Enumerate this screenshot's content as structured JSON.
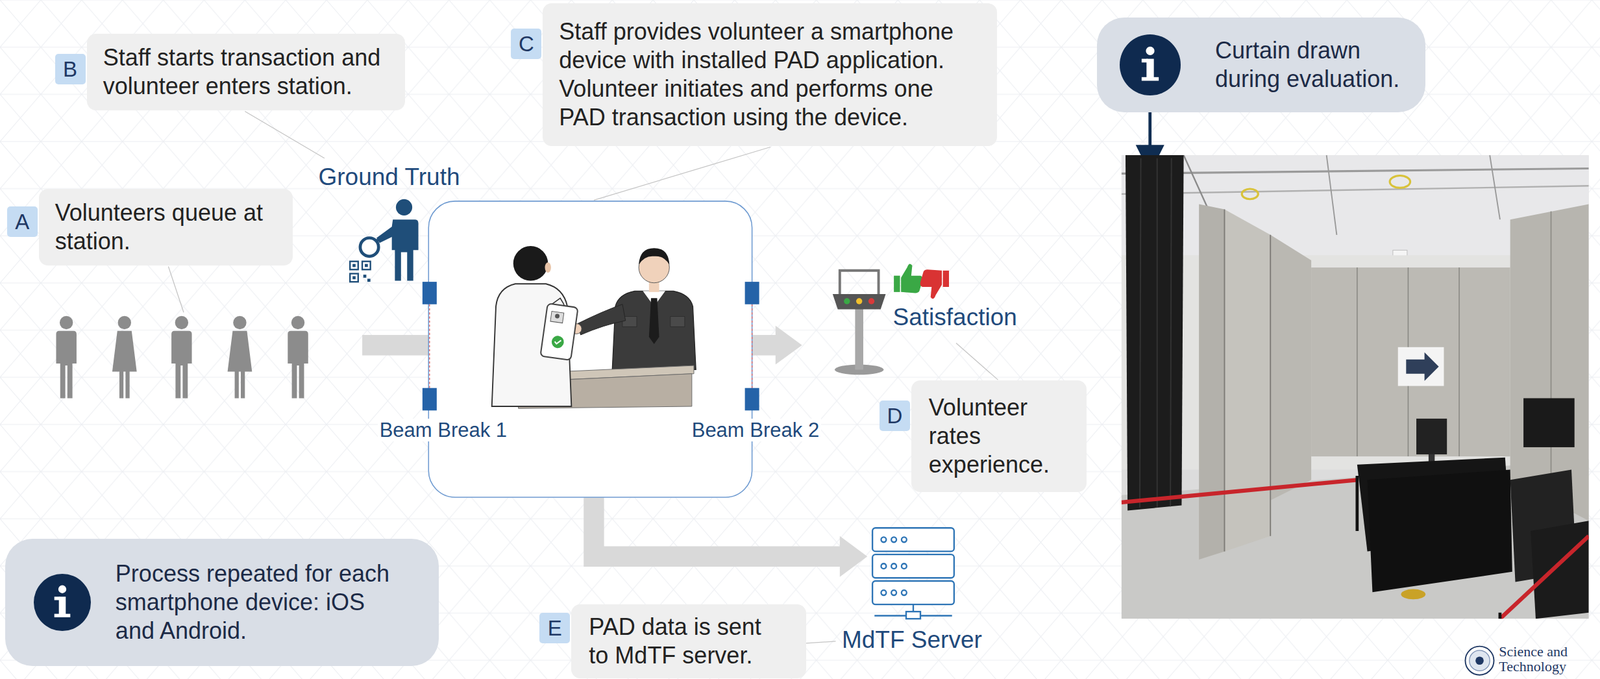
{
  "diagram": {
    "nodes": [
      {
        "text": [
          "A",
          "Volunteers queue at station."
        ]
      },
      {
        "text": [
          "B",
          "Staff starts transaction and volunteer enters station."
        ]
      },
      {
        "text": [
          "C",
          "Staff provides volunteer a smartphone device with installed PAD application. Volunteer initiates and performs one PAD transaction using the device."
        ]
      },
      {
        "text": [
          "D",
          "Volunteer rates experience."
        ]
      },
      {
        "text": [
          "E",
          "PAD data is sent to MdTF server."
        ]
      },
      {
        "text": [
          "Curtain drawn during evaluation."
        ]
      },
      {
        "text": [
          "Process repeated for each smartphone device: iOS and Android."
        ]
      }
    ],
    "labels": [
      "Ground Truth",
      "Beam Break 1",
      "Beam Break 2",
      "Satisfaction",
      "MdTF Server",
      "Science and Technology"
    ]
  }
}
